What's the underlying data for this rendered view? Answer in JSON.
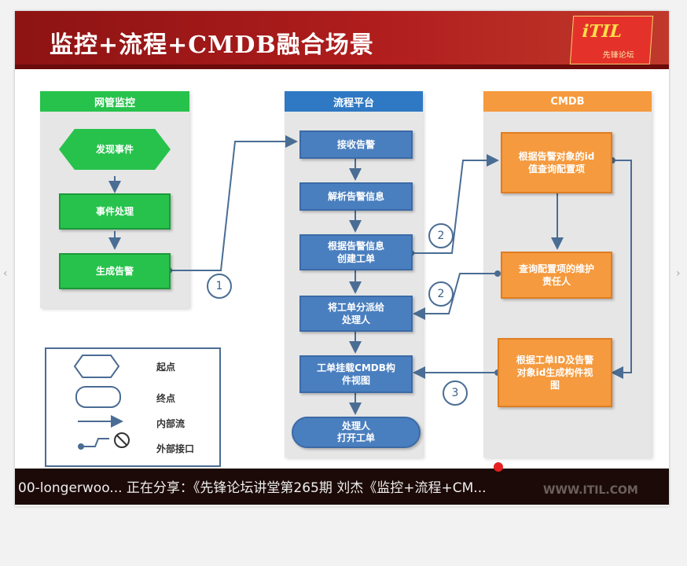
{
  "slide": {
    "title": "监控+流程+CMDB融合场景",
    "logo_text": "iTIL",
    "logo_sub": "先锋论坛"
  },
  "lanes": {
    "monitor": {
      "header": "网管监控",
      "color": "#27c24c"
    },
    "process": {
      "header": "流程平台",
      "color": "#2f78c4"
    },
    "cmdb": {
      "header": "CMDB",
      "color": "#f59a3e"
    }
  },
  "monitor_nodes": {
    "discover": "发现事件",
    "handle": "事件处理",
    "alarm": "生成告警"
  },
  "process_nodes": {
    "receive": "接收告警",
    "parse": "解析告警信息",
    "create_1": "根据告警信息",
    "create_2": "创建工单",
    "dispatch_1": "将工单分派给",
    "dispatch_2": "处理人",
    "mount_1": "工单挂载CMDB构",
    "mount_2": "件视图",
    "open_1": "处理人",
    "open_2": "打开工单"
  },
  "cmdb_nodes": {
    "lookup_1": "根据告警对象的id",
    "lookup_2": "值查询配置项",
    "owner_1": "查询配置项的维护",
    "owner_2": "责任人",
    "view_1": "根据工单ID及告警",
    "view_2": "对象id生成构件视",
    "view_3": "图"
  },
  "markers": {
    "m1": "1",
    "m2a": "2",
    "m2b": "2",
    "m3": "3"
  },
  "legend": {
    "start": "起点",
    "end": "终点",
    "internal": "内部流",
    "external": "外部接口"
  },
  "banner": {
    "text": "00-longerwoo... 正在分享：《先锋论坛讲堂第265期 刘杰《监控+流程+CM...",
    "watermark": "WWW.ITIL.COM"
  },
  "colors": {
    "title_bar": "#a01a1a",
    "line": "#4a6d94"
  }
}
